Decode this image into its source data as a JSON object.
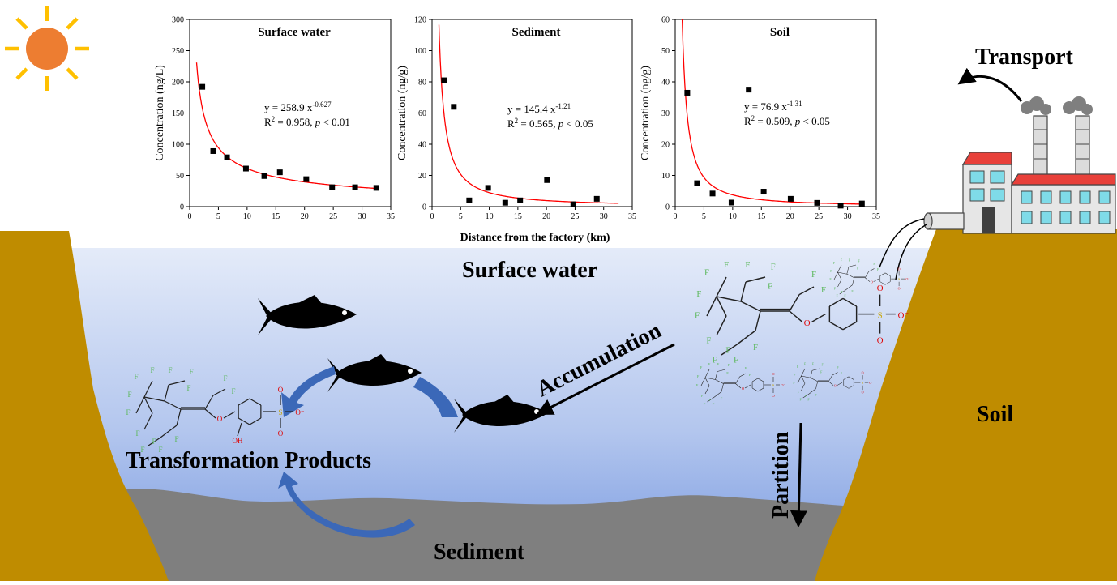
{
  "labels": {
    "surface_water": "Surface water",
    "sediment": "Sediment",
    "soil": "Soil",
    "transport": "Transport",
    "accumulation": "Accumulation",
    "partition": "Partition",
    "transformation_products": "Transformation Products"
  },
  "shared_xlabel": "Distance from the factory (km)",
  "molecule_atoms": {
    "F": "F",
    "O": "O",
    "S": "S",
    "OH": "OH",
    "O_minus": "O⁻"
  },
  "colors": {
    "soil": "#bf8c00",
    "water_top": "#dfe7f8",
    "water_bottom": "#7d9fe2",
    "sediment": "#7f7f7f",
    "sun": "#ed7d31",
    "sun_rays": "#ffc000",
    "fit_curve": "#ff0000",
    "arrow_blue": "#3b68b8",
    "factory_roof": "#e8403a",
    "factory_window": "#7fdbe8",
    "fluorine": "#5cb85c",
    "oxygen": "#e00000",
    "sulfur": "#c8a400"
  },
  "icons": [
    "sun-icon",
    "fish-icon",
    "factory-icon",
    "smoke-icon",
    "pipe-icon"
  ],
  "chart_data": [
    {
      "type": "scatter",
      "title": "Surface water",
      "xlabel": "Distance from the factory (km)",
      "ylabel": "Concentration (ng/L)",
      "xlim": [
        0,
        35
      ],
      "ylim": [
        0,
        300
      ],
      "xticks": [
        0,
        5,
        10,
        15,
        20,
        25,
        30,
        35
      ],
      "yticks": [
        0,
        50,
        100,
        150,
        200,
        250,
        300
      ],
      "x": [
        2.2,
        4.1,
        6.5,
        9.8,
        13,
        15.7,
        20.3,
        24.8,
        28.8,
        32.5
      ],
      "y": [
        192,
        89,
        79,
        61,
        49,
        55,
        44,
        31,
        31,
        30
      ],
      "fit": {
        "a": 258.9,
        "b": -0.627
      },
      "equation_prefix": "y = 258.9 x",
      "equation_exp": "-0.627",
      "r2_prefix": "R",
      "r2_sup": "2",
      "r2_value": " = 0.958, ",
      "p_label": "p",
      "p_value": " < 0.01"
    },
    {
      "type": "scatter",
      "title": "Sediment",
      "xlabel": "Distance from the factory (km)",
      "ylabel": "Concentration (ng/g)",
      "xlim": [
        0,
        35
      ],
      "ylim": [
        0,
        120
      ],
      "xticks": [
        0,
        5,
        10,
        15,
        20,
        25,
        30,
        35
      ],
      "yticks": [
        0,
        20,
        40,
        60,
        80,
        100,
        120
      ],
      "x": [
        2.1,
        3.8,
        6.5,
        9.8,
        12.8,
        15.4,
        20.1,
        24.7,
        28.8
      ],
      "y": [
        81,
        64,
        4,
        12,
        2.5,
        4,
        17,
        1.5,
        5
      ],
      "fit": {
        "a": 145.4,
        "b": -1.21
      },
      "equation_prefix": "y = 145.4 x",
      "equation_exp": "-1.21",
      "r2_prefix": "R",
      "r2_sup": "2",
      "r2_value": " = 0.565, ",
      "p_label": "p",
      "p_value": " < 0.05"
    },
    {
      "type": "scatter",
      "title": "Soil",
      "xlabel": "Distance from the factory (km)",
      "ylabel": "Concentration (ng/g)",
      "xlim": [
        0,
        35
      ],
      "ylim": [
        0,
        60
      ],
      "xticks": [
        0,
        5,
        10,
        15,
        20,
        25,
        30,
        35
      ],
      "yticks": [
        0,
        10,
        20,
        30,
        40,
        50,
        60
      ],
      "x": [
        2.1,
        3.8,
        6.5,
        9.8,
        12.8,
        15.4,
        20.1,
        24.7,
        28.8,
        32.5
      ],
      "y": [
        36.5,
        7.5,
        4.2,
        1.3,
        37.5,
        4.8,
        2.5,
        1.2,
        0.3,
        1
      ],
      "fit": {
        "a": 76.9,
        "b": -1.31
      },
      "equation_prefix": "y = 76.9 x",
      "equation_exp": "-1.31",
      "r2_prefix": "R",
      "r2_sup": "2",
      "r2_value": " = 0.509, ",
      "p_label": "p",
      "p_value": " < 0.05"
    }
  ]
}
